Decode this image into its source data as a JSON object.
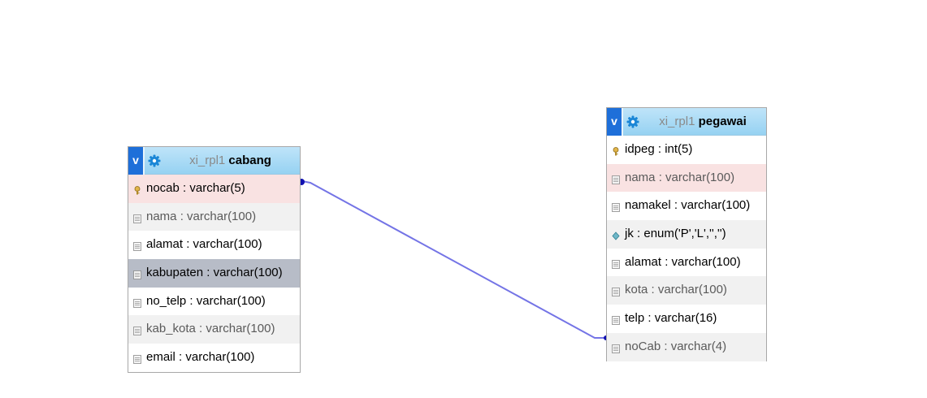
{
  "tables": [
    {
      "db": "xi_rpl1",
      "name": "cabang",
      "toggle_label": "v",
      "columns": [
        {
          "name": "nocab",
          "sep": " : ",
          "type": "varchar(5)",
          "icon": "primary-key-icon",
          "style": "hl-red"
        },
        {
          "name": "nama",
          "sep": " : ",
          "type": "varchar(100)",
          "icon": "column-icon",
          "style": "alt dim"
        },
        {
          "name": "alamat",
          "sep": " : ",
          "type": "varchar(100)",
          "icon": "column-icon",
          "style": ""
        },
        {
          "name": "kabupaten",
          "sep": " : ",
          "type": "varchar(100)",
          "icon": "column-icon",
          "style": "hl-gray"
        },
        {
          "name": "no_telp",
          "sep": " : ",
          "type": "varchar(100)",
          "icon": "column-icon",
          "style": ""
        },
        {
          "name": "kab_kota",
          "sep": " : ",
          "type": "varchar(100)",
          "icon": "column-icon",
          "style": "alt dim"
        },
        {
          "name": "email",
          "sep": " : ",
          "type": "varchar(100)",
          "icon": "column-icon",
          "style": ""
        }
      ]
    },
    {
      "db": "xi_rpl1",
      "name": "pegawai",
      "toggle_label": "v",
      "columns": [
        {
          "name": "idpeg",
          "sep": " : ",
          "type": "int(5)",
          "icon": "primary-key-icon",
          "style": ""
        },
        {
          "name": "nama",
          "sep": " : ",
          "type": "varchar(100)",
          "icon": "column-icon",
          "style": "hl-red dim"
        },
        {
          "name": "namakel",
          "sep": " : ",
          "type": "varchar(100)",
          "icon": "column-icon",
          "style": ""
        },
        {
          "name": "jk",
          "sep": " : ",
          "type": "enum('P','L','','')",
          "icon": "enum-icon",
          "style": "alt"
        },
        {
          "name": "alamat",
          "sep": " : ",
          "type": "varchar(100)",
          "icon": "column-icon",
          "style": ""
        },
        {
          "name": "kota",
          "sep": " : ",
          "type": "varchar(100)",
          "icon": "column-icon",
          "style": "alt dim"
        },
        {
          "name": "telp",
          "sep": " : ",
          "type": "varchar(16)",
          "icon": "column-icon",
          "style": ""
        },
        {
          "name": "noCab",
          "sep": " : ",
          "type": "varchar(4)",
          "icon": "column-icon",
          "style": "alt dim"
        }
      ]
    }
  ],
  "relations": [
    {
      "from_table": "cabang",
      "from_column": "nocab",
      "to_table": "pegawai",
      "to_column": "noCab",
      "color": "#7474e6"
    }
  ],
  "colors": {
    "header_blue": "#96d2f2",
    "toggle_blue": "#1e6fd9",
    "relation": "#7474e6",
    "highlight_red": "#f9e2e2",
    "highlight_gray": "#b7bcc7"
  }
}
